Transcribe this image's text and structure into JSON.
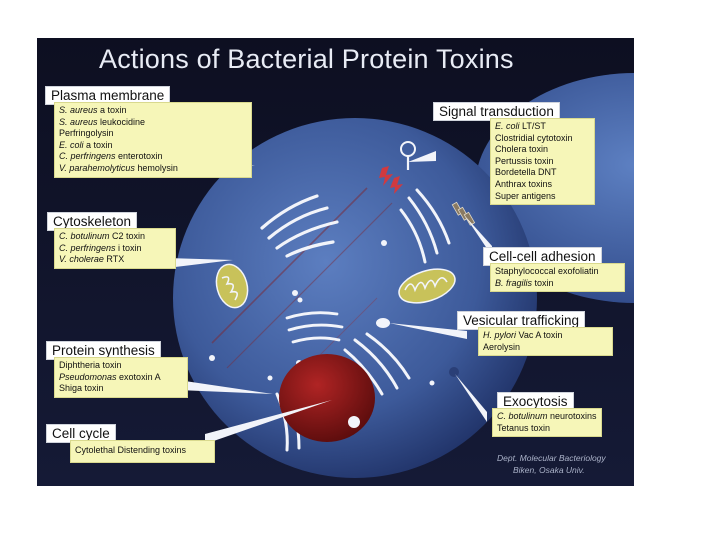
{
  "title": "Actions of Bacterial Protein Toxins",
  "plasma_membrane": {
    "header": "Plasma membrane",
    "items": [
      [
        "S. aureus",
        " a toxin"
      ],
      [
        "S. aureus",
        " leukocidine"
      ],
      [
        "",
        "Perfringolysin"
      ],
      [
        "E. coli",
        " a toxin"
      ],
      [
        "C. perfringens",
        " enterotoxin"
      ],
      [
        "V. parahemolyticus",
        " hemolysin"
      ]
    ]
  },
  "cytoskeleton": {
    "header": "Cytoskeleton",
    "items": [
      [
        "C. botulinum",
        " C2 toxin"
      ],
      [
        "C. perfringens",
        " i toxin"
      ],
      [
        "V. cholerae",
        " RTX"
      ]
    ]
  },
  "protein_synthesis": {
    "header": "Protein synthesis",
    "items": [
      [
        "",
        "Diphtheria toxin"
      ],
      [
        "Pseudomonas",
        " exotoxin A"
      ],
      [
        "",
        "Shiga toxin"
      ]
    ]
  },
  "cell_cycle": {
    "header": "Cell cycle",
    "items": [
      [
        "",
        "Cytolethal Distending toxins"
      ]
    ]
  },
  "signal_transduction": {
    "header": "Signal transduction",
    "items": [
      [
        "E. coli",
        " LT/ST"
      ],
      [
        "",
        "Clostridial cytotoxin"
      ],
      [
        "",
        "Cholera toxin"
      ],
      [
        "",
        "Pertussis toxin"
      ],
      [
        "",
        "Bordetella DNT"
      ],
      [
        "",
        "Anthrax toxins"
      ],
      [
        "",
        "Super antigens"
      ]
    ]
  },
  "cell_cell_adhesion": {
    "header": "Cell-cell adhesion",
    "items": [
      [
        "",
        "Staphylococcal exofoliatin"
      ],
      [
        "B. fragilis",
        " toxin"
      ]
    ]
  },
  "vesicular_trafficking": {
    "header": "Vesicular trafficking",
    "items": [
      [
        "H. pylori",
        " Vac A toxin"
      ],
      [
        "",
        "Aerolysin"
      ]
    ]
  },
  "exocytosis": {
    "header": "Exocytosis",
    "items": [
      [
        "C. botulinum",
        " neurotoxins"
      ],
      [
        "",
        "Tetanus toxin"
      ]
    ]
  },
  "credit": {
    "line1": "Dept. Molecular Bacteriology",
    "line2": "Biken, Osaka Univ."
  },
  "colors": {
    "background": "#0d0f21",
    "cell": "#3d5a9a",
    "nucleus": "#7a1414",
    "mitochondria": "#c8c25a",
    "label_box": "#f6f6b8",
    "header_box": "#ffffff"
  }
}
